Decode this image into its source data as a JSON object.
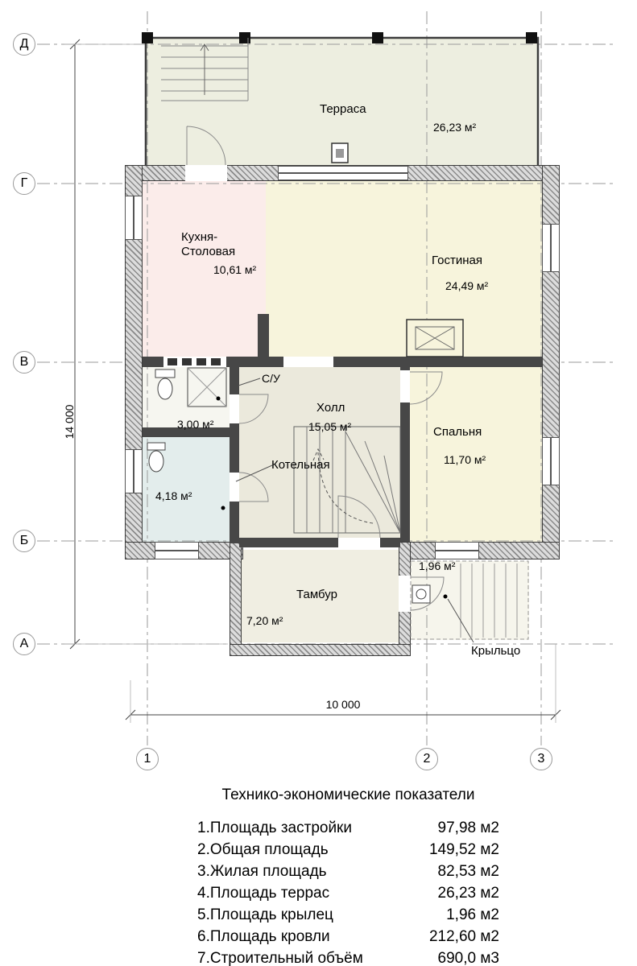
{
  "axes": {
    "rows": [
      {
        "label": "Д"
      },
      {
        "label": "Г"
      },
      {
        "label": "В"
      },
      {
        "label": "Б"
      },
      {
        "label": "А"
      }
    ],
    "cols": [
      {
        "label": "1"
      },
      {
        "label": "2"
      },
      {
        "label": "3"
      }
    ]
  },
  "dimensions": {
    "vertical": "14 000",
    "horizontal": "10 000"
  },
  "rooms": {
    "terrace": {
      "name": "Терраса",
      "area": "26,23 м²"
    },
    "kitchen": {
      "name_lines": [
        "Кухня-",
        "Столовая"
      ],
      "area": "10,61 м²"
    },
    "living": {
      "name": "Гостиная",
      "area": "24,49 м²"
    },
    "bathroom": {
      "name": "С/У",
      "area": "3,00 м²"
    },
    "hall": {
      "name": "Холл",
      "area": "15,05 м²"
    },
    "bedroom": {
      "name": "Спальня",
      "area": "11,70 м²"
    },
    "boiler": {
      "name": "Котельная",
      "area": "4,18 м²"
    },
    "vestibule": {
      "name": "Тамбур",
      "area": "7,20 м²"
    },
    "porch": {
      "name": "Крыльцо",
      "area": "1,96 м²"
    }
  },
  "table": {
    "title": "Технико-экономические показатели",
    "rows": [
      {
        "label": "1.Площадь застройки",
        "value": "97,98 м2"
      },
      {
        "label": "2.Общая площадь",
        "value": "149,52 м2"
      },
      {
        "label": "3.Жилая площадь",
        "value": "82,53 м2"
      },
      {
        "label": "4.Площадь террас",
        "value": "26,23 м2"
      },
      {
        "label": "5.Площадь крылец",
        "value": "1,96 м2"
      },
      {
        "label": "6.Площадь кровли",
        "value": "212,60 м2"
      },
      {
        "label": "7.Строительный объём",
        "value": "690,0 м3"
      }
    ]
  },
  "colors": {
    "wall_hatch": "#8a8a8a",
    "terrace_fill": "#edeee0",
    "kitchen_fill": "#fbecea",
    "living_fill": "#f7f4dc",
    "boiler_fill": "#e3edec",
    "hall_fill": "#ebe9dc",
    "vestibule_fill": "#f0eee2"
  }
}
